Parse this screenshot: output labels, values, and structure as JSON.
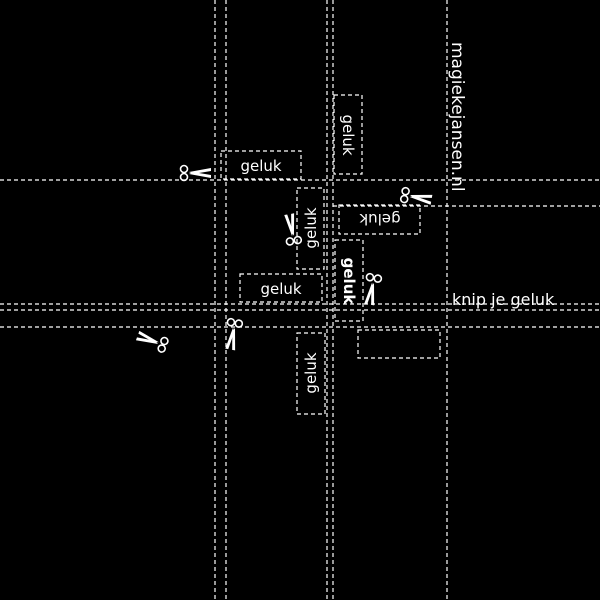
{
  "background_color": "#000000",
  "line_color": "#ffffff",
  "site_label": "magiekejansen.nl",
  "tagline": "knip je geluk",
  "tags": {
    "t1": "geluk",
    "t2": "geluk",
    "t3": "geluk",
    "t4": "geluk",
    "t5": "geluk",
    "t6": "geluk",
    "t7": "geluk"
  },
  "icons": [
    "scissors-icon"
  ]
}
